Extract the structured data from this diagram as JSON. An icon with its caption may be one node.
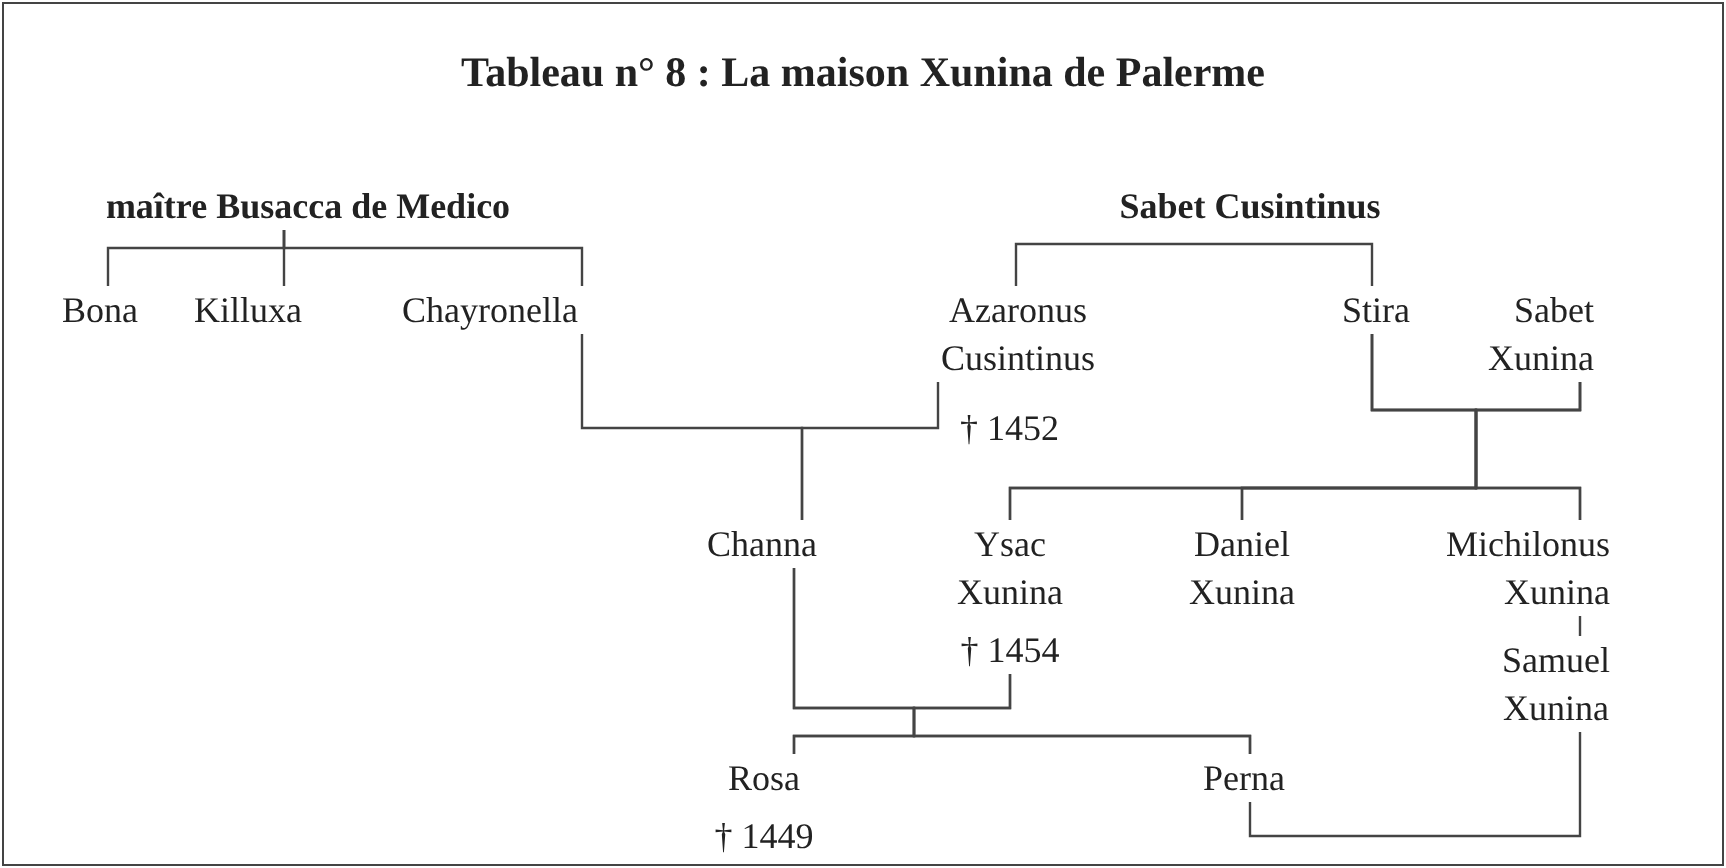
{
  "diagram": {
    "title": "Tableau n° 8 : La maison Xunina de Palerme",
    "nodes": [
      {
        "text": [
          "maître Busacca de Medico"
        ]
      },
      {
        "text": [
          "Bona"
        ]
      },
      {
        "text": [
          "Killuxa"
        ]
      },
      {
        "text": [
          "Chayronella"
        ]
      },
      {
        "text": [
          "Sabet Cusintinus"
        ]
      },
      {
        "text": [
          "Azaronus Cusintinus"
        ],
        "beside": [
          "† 1452"
        ]
      },
      {
        "text": [
          "Stira"
        ]
      },
      {
        "text": [
          "Sabet Xunina"
        ]
      },
      {
        "text": [
          "Channa"
        ]
      },
      {
        "text": [
          "Ysac Xunina"
        ],
        "beside": [
          "† 1454"
        ]
      },
      {
        "text": [
          "Daniel Xunina"
        ]
      },
      {
        "text": [
          "Michilonus Xunina"
        ]
      },
      {
        "text": [
          "Samuel Xunina"
        ]
      },
      {
        "text": [
          "Rosa"
        ],
        "beside": [
          "† 1449"
        ]
      },
      {
        "text": [
          "Perna"
        ]
      }
    ],
    "edges": [
      {
        "from": 0,
        "to": 1,
        "arrow": "none"
      },
      {
        "from": 0,
        "to": 2,
        "arrow": "none"
      },
      {
        "from": 0,
        "to": 3,
        "arrow": "none"
      },
      {
        "from": 4,
        "to": 5,
        "arrow": "none"
      },
      {
        "from": 4,
        "to": 6,
        "arrow": "none"
      },
      {
        "from": 3,
        "to": 8,
        "arrow": "none"
      },
      {
        "from": 5,
        "to": 8,
        "arrow": "none"
      },
      {
        "from": 6,
        "to": 9,
        "arrow": "none"
      },
      {
        "from": 6,
        "to": 10,
        "arrow": "none"
      },
      {
        "from": 6,
        "to": 11,
        "arrow": "none"
      },
      {
        "from": 7,
        "to": 9,
        "arrow": "none"
      },
      {
        "from": 7,
        "to": 10,
        "arrow": "none"
      },
      {
        "from": 7,
        "to": 11,
        "arrow": "none"
      },
      {
        "from": 8,
        "to": 13,
        "arrow": "none"
      },
      {
        "from": 8,
        "to": 14,
        "arrow": "none"
      },
      {
        "from": 9,
        "to": 13,
        "arrow": "none"
      },
      {
        "from": 9,
        "to": 14,
        "arrow": "none"
      },
      {
        "from": 11,
        "to": 12,
        "arrow": "none"
      },
      {
        "from": 12,
        "to": 14,
        "arrow": "none"
      }
    ]
  }
}
